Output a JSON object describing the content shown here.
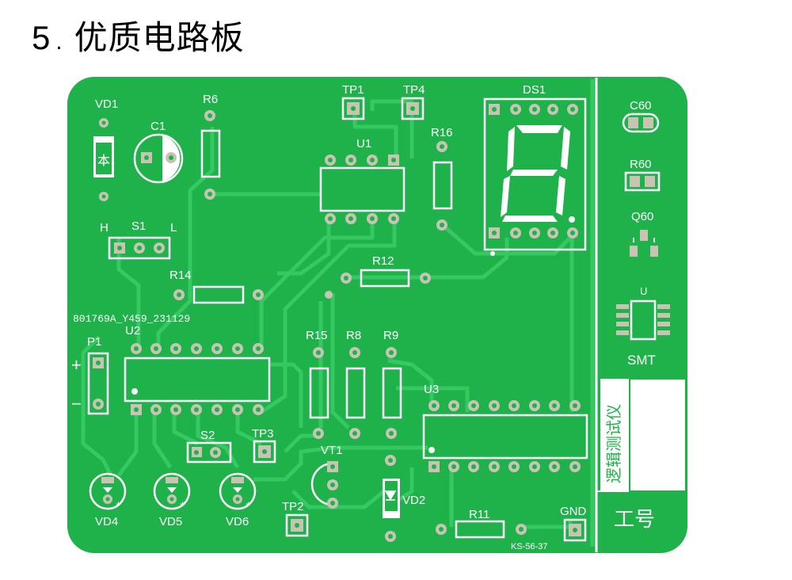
{
  "heading": {
    "number": "5",
    "sep": ".",
    "title": "优质电路板"
  },
  "colors": {
    "board": "#1fb24a",
    "copper": "#2dc35a",
    "silk": "#ffffff",
    "pad": "#c9c3b4"
  },
  "labels": {
    "vd1": "VD1",
    "c1": "C1",
    "r6": "R6",
    "tp1": "TP1",
    "tp4": "TP4",
    "ds1": "DS1",
    "r16": "R16",
    "u1": "U1",
    "c60": "C60",
    "r60": "R60",
    "q60": "Q60",
    "u_smt": "U",
    "smt": "SMT",
    "h": "H",
    "s1": "S1",
    "l": "L",
    "r12": "R12",
    "r14": "R14",
    "serial": "801769A_Y459_231129",
    "u2": "U2",
    "p1": "P1",
    "plus": "+",
    "minus": "−",
    "r15": "R15",
    "r8": "R8",
    "r9": "R9",
    "u3": "U3",
    "s2": "S2",
    "tp3": "TP3",
    "vt1": "VT1",
    "vd2": "VD2",
    "tp2": "TP2",
    "gnd": "GND",
    "r11": "R11",
    "ks": "KS-56-37",
    "vd4": "VD4",
    "vd5": "VD5",
    "vd6": "VD6",
    "ben": "本",
    "product": "逻辑测试仪",
    "worker": "工号"
  }
}
